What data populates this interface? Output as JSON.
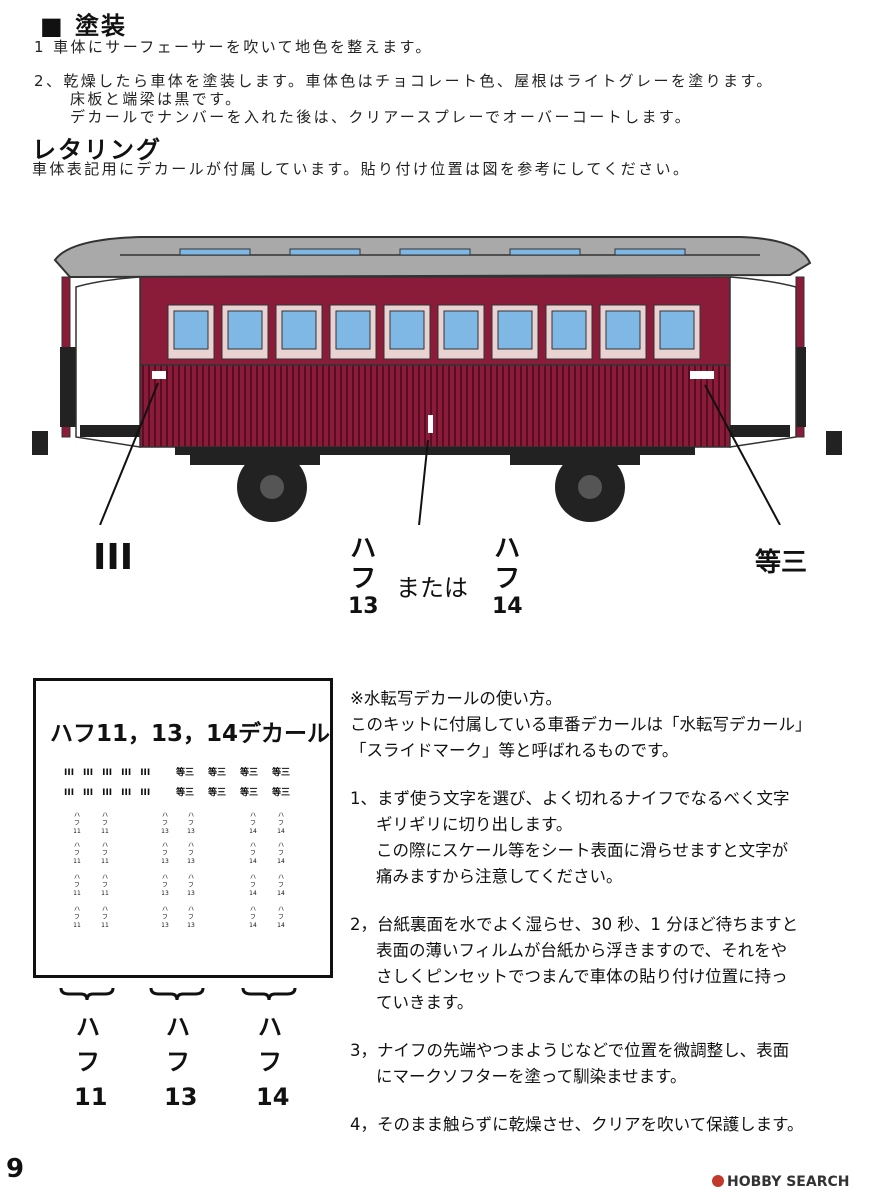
{
  "painting": {
    "marker": "■",
    "heading": "塗装",
    "step1": "1 車体にサーフェーサーを吹いて地色を整えます。",
    "step2a": "2、乾燥したら車体を塗装します。車体色はチョコレート色、屋根はライトグレーを塗ります。",
    "step2b": "床板と端梁は黒です。",
    "step2c": "デカールでナンバーを入れた後は、クリアースプレーでオーバーコートします。"
  },
  "lettering": {
    "heading": "レタリング",
    "text": "車体表記用にデカールが付属しています。貼り付け位置は図を参考にしてください。"
  },
  "diagram": {
    "left_label": "III",
    "right_label": "等三",
    "center": {
      "ha": "ハ",
      "fu": "フ",
      "num_a": "13",
      "num_b": "14",
      "or": "または"
    }
  },
  "decal_sheet": {
    "title": "ハフ11，13，14デカール",
    "roman": "III",
    "class_mark": "等三",
    "micro_ha": "ハ",
    "micro_fu": "フ",
    "micro_nums": [
      "11",
      "13",
      "14"
    ]
  },
  "brace_labels": [
    {
      "ha": "ハ",
      "fu": "フ",
      "num": "11"
    },
    {
      "ha": "ハ",
      "fu": "フ",
      "num": "13"
    },
    {
      "ha": "ハ",
      "fu": "フ",
      "num": "14"
    }
  ],
  "instructions": {
    "intro1": "※水転写デカールの使い方。",
    "intro2": "このキットに付属している車番デカールは「水転写デカール」",
    "intro3": "「スライドマーク」等と呼ばれるものです。",
    "s1a": "1、まず使う文字を選び、よく切れるナイフでなるべく文字",
    "s1b": "ギリギリに切り出します。",
    "s1c": "この際にスケール等をシート表面に滑らせますと文字が",
    "s1d": "痛みますから注意してください。",
    "s2a": "2，台紙裏面を水でよく湿らせ、30 秒、1 分ほど待ちますと",
    "s2b": "表面の薄いフィルムが台紙から浮きますので、それをや",
    "s2c": "さしくピンセットでつまんで車体の貼り付け位置に持っ",
    "s2d": "ていきます。",
    "s3a": "3，ナイフの先端やつまようじなどで位置を微調整し、表面",
    "s3b": "にマークソフターを塗って馴染ませます。",
    "s4a": "4，そのまま触らずに乾燥させ、クリアを吹いて保護します。"
  },
  "footer": {
    "page_number": "9",
    "logo_text": "HOBBY SEARCH"
  },
  "colors": {
    "body": "#8a1c3a",
    "roof": "#a9a9a9",
    "window_frame": "#e8d2d2",
    "window_glass": "#7fb8e4",
    "underframe": "#222222"
  }
}
